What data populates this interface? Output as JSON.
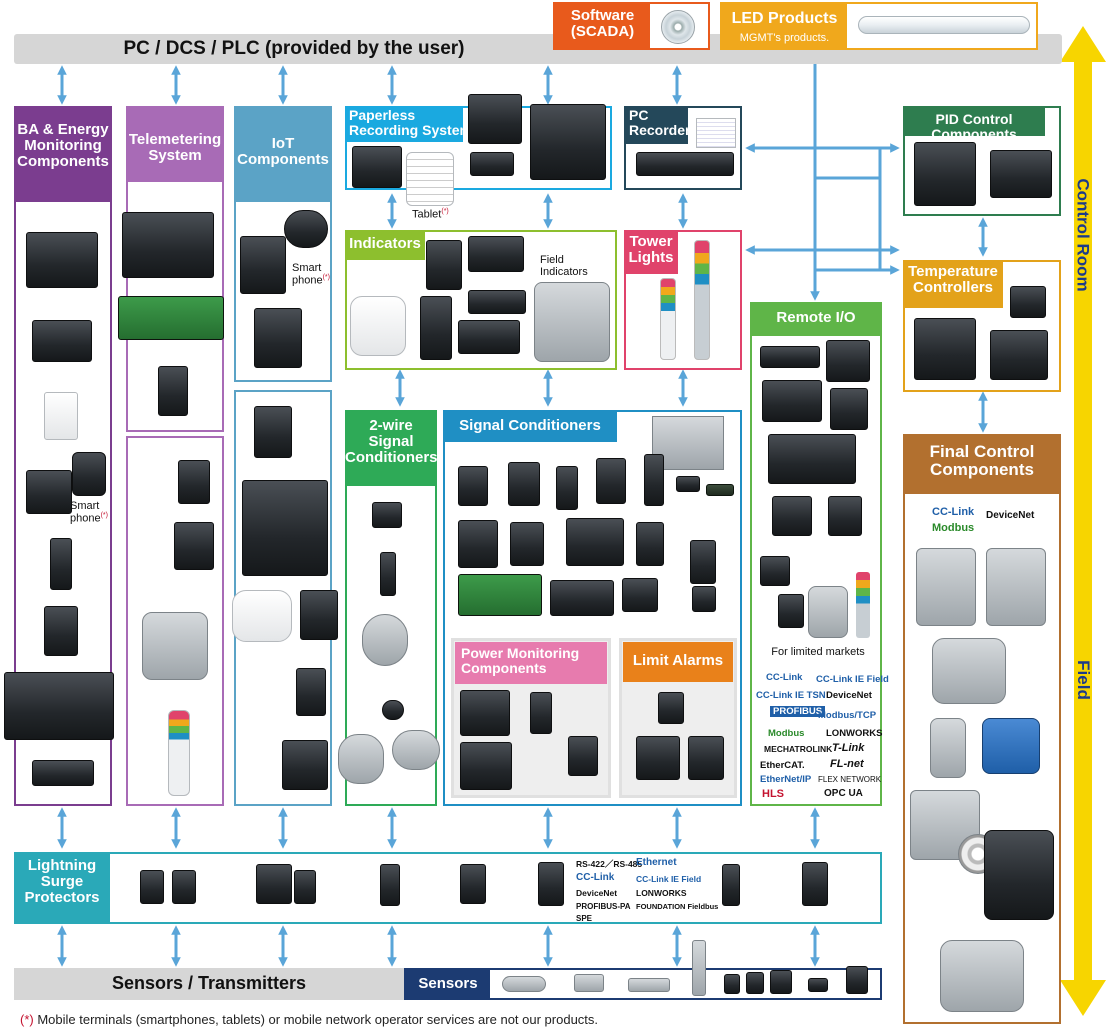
{
  "top_bar": {
    "title": "PC / DCS / PLC (provided by the user)"
  },
  "software": {
    "title": "Software\n(SCADA)"
  },
  "led": {
    "title": "LED Products",
    "subtitle": "MGMT's products."
  },
  "side": {
    "control_room": "Control Room",
    "field": "Field"
  },
  "panels": {
    "ba": "BA & Energy\nMonitoring\nComponents",
    "telemetering": "Telemetering\nSystem",
    "iot": "IoT\nComponents",
    "paperless": "Paperless\nRecording System",
    "pc_recorder": "PC\nRecorder",
    "pid": "PID Control Components",
    "indicators": "Indicators",
    "field_indicators": "Field\nIndicators",
    "tower": "Tower\nLights",
    "temperature": "Temperature\nControllers",
    "remote_io": "Remote I/O",
    "two_wire": "2-wire\nSignal\nConditioners",
    "signal_cond": "Signal Conditioners",
    "power_mon": "Power Monitoring\nComponents",
    "limit_alarms": "Limit Alarms",
    "final_control": "Final Control\nComponents",
    "lightning": "Lightning\nSurge\nProtectors"
  },
  "labels": {
    "tablet": "Tablet",
    "smartphone_iot": "Smart\nphone",
    "smartphone_ba": "Smart\nphone",
    "asterisk": "(*)",
    "limited_markets": "For limited markets"
  },
  "remote_io_protocols": [
    "CC-Link",
    "CC-Link IE Field",
    "CC-Link IE TSN",
    "DeviceNet",
    "PROFIBUS",
    "Modbus/TCP",
    "Modbus",
    "LONWORKS",
    "MECHATROLINK",
    "T-Link",
    "EtherCAT.",
    "FL-net",
    "EtherNet/IP",
    "FLEX NETWORK",
    "HLS",
    "OPC UA"
  ],
  "final_protocols": [
    "CC-Link",
    "DeviceNet",
    "Modbus"
  ],
  "lightning_protocols": [
    "RS-422／RS-485",
    "Ethernet",
    "CC-Link",
    "CC-Link IE Field",
    "DeviceNet",
    "LONWORKS",
    "PROFIBUS-PA",
    "FOUNDATION Fieldbus",
    "SPE"
  ],
  "bottom_bar": {
    "title": "Sensors / Transmitters",
    "sensors": "Sensors"
  },
  "footnote": {
    "mark": "(*)",
    "text": " Mobile terminals (smartphones, tablets) or mobile network operator services are not our products."
  },
  "colors": {
    "ba": "#7b3d8f",
    "telemetering": "#a86bb6",
    "iot": "#5ba3c6",
    "paperless": "#1aa9e0",
    "pc_recorder": "#24485a",
    "pid": "#2e7d4f",
    "indicators": "#8dbf2e",
    "tower": "#e0436b",
    "temperature": "#e3a21a",
    "remote_io": "#5fb548",
    "two_wire": "#2eaa57",
    "signal_cond": "#1f8fc4",
    "power_mon": "#e77bae",
    "limit_alarms": "#e9811a",
    "final_control": "#b2702f",
    "lightning": "#2aa9b8",
    "sensors": "#1c3b72",
    "software": "#e85a1c",
    "led": "#f0a81c",
    "arrow": "#5aa5d8",
    "field_arrow": "#f7d500"
  }
}
